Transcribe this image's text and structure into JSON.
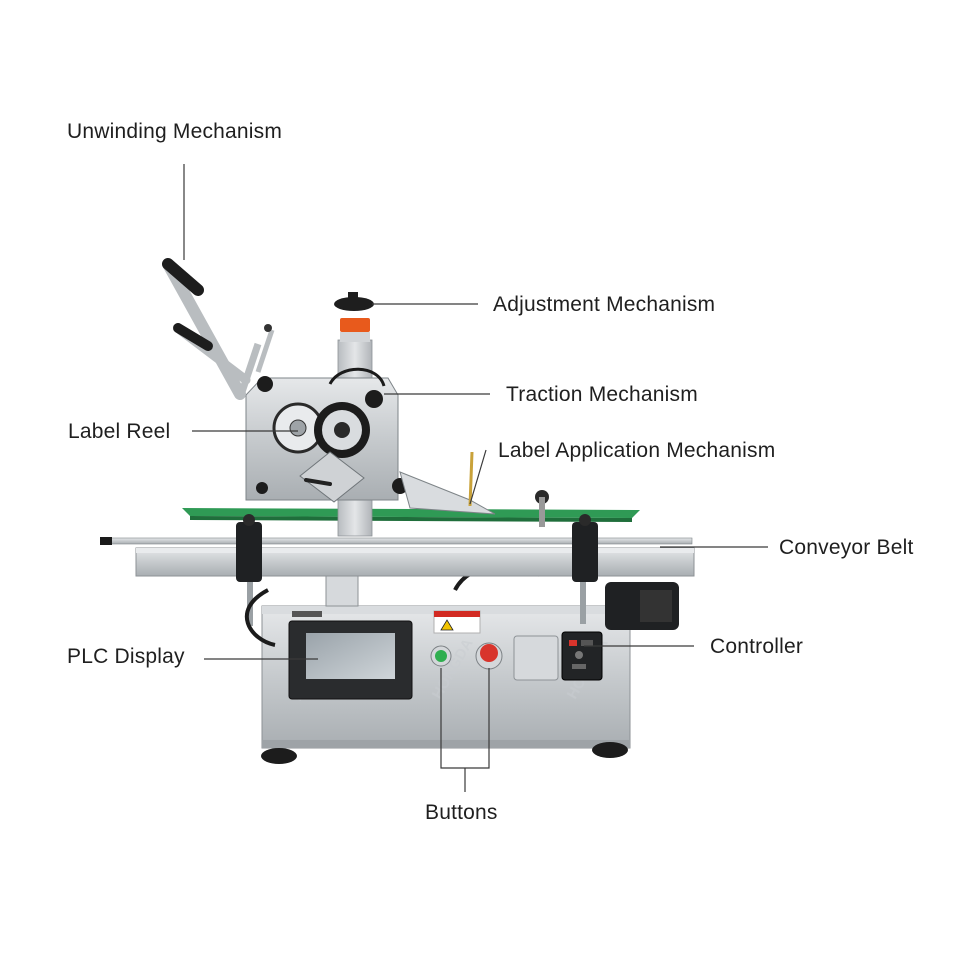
{
  "callouts": {
    "unwinding": "Unwinding Mechanism",
    "adjustment": "Adjustment Mechanism",
    "traction": "Traction Mechanism",
    "label_reel": "Label Reel",
    "label_application": "Label Application Mechanism",
    "conveyor": "Conveyor Belt",
    "controller": "Controller",
    "plc_display": "PLC Display",
    "buttons": "Buttons"
  },
  "colors": {
    "leader_line": "#3a3a3a",
    "steel": "#c8ccd0",
    "belt": "#2f9a55",
    "start_button": "#2fae4f",
    "stop_button": "#d8342c"
  }
}
